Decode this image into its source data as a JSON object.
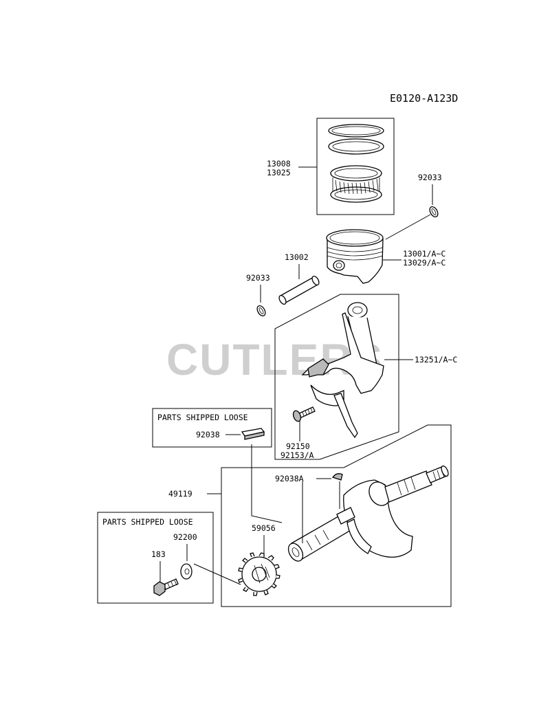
{
  "diagram_code": "E0120-A123D",
  "watermark": "CUTLERS",
  "boxes": {
    "loose_1_title": "PARTS SHIPPED LOOSE",
    "loose_2_title": "PARTS SHIPPED LOOSE"
  },
  "labels": {
    "ring_set": [
      "13008",
      "13025"
    ],
    "circlip_right": "92033",
    "piston": [
      "13001/A~C",
      "13029/A~C"
    ],
    "piston_pin": "13002",
    "circlip_left": "92033",
    "conrod": "13251/A~C",
    "key_loose": "92038",
    "conrod_bolt": [
      "92150",
      "92153/A"
    ],
    "woodruff_key": "92038A",
    "crankshaft": "49119",
    "gear": "59056",
    "washer": "92200",
    "bolt": "183"
  }
}
